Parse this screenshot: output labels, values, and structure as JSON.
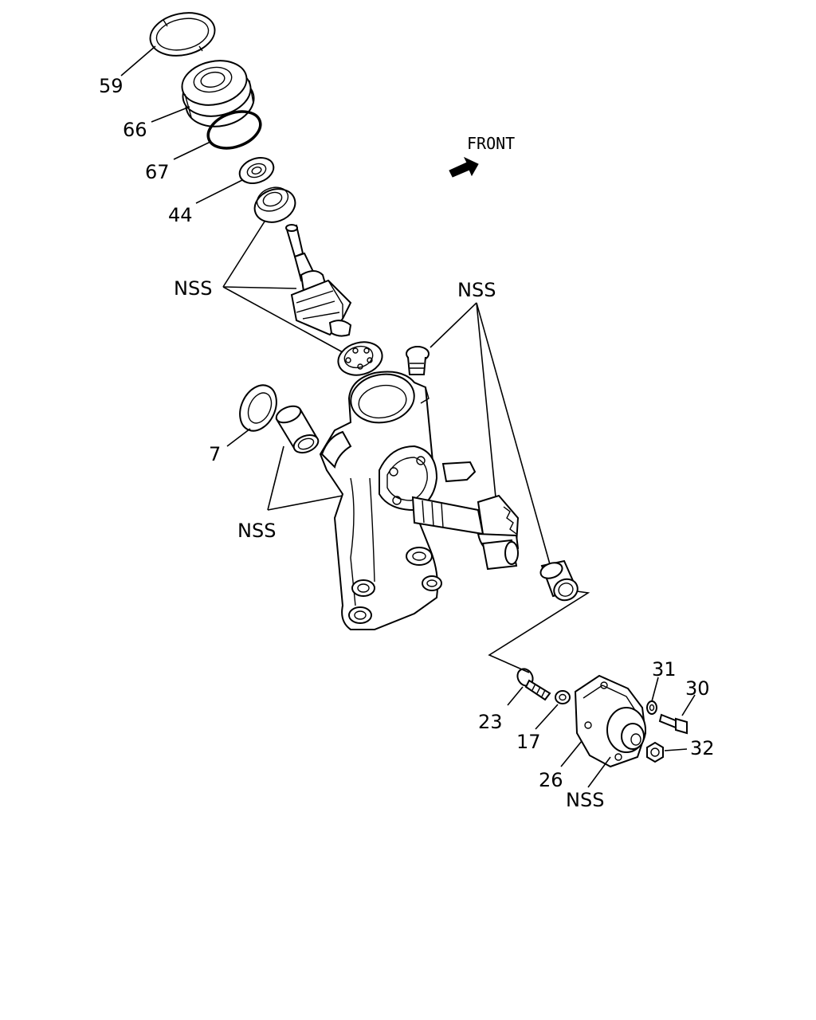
{
  "direction_label": "FRONT",
  "callouts": {
    "c59": "59",
    "c66": "66",
    "c67": "67",
    "c44": "44",
    "nss_pinion": "NSS",
    "nss_housing": "NSS",
    "c7": "7",
    "nss_bushing": "NSS",
    "c31": "31",
    "c30": "30",
    "c23": "23",
    "c17": "17",
    "c32": "32",
    "c26": "26",
    "nss_cover": "NSS"
  },
  "icons": {
    "front_arrow": "arrow-right-up-icon"
  }
}
